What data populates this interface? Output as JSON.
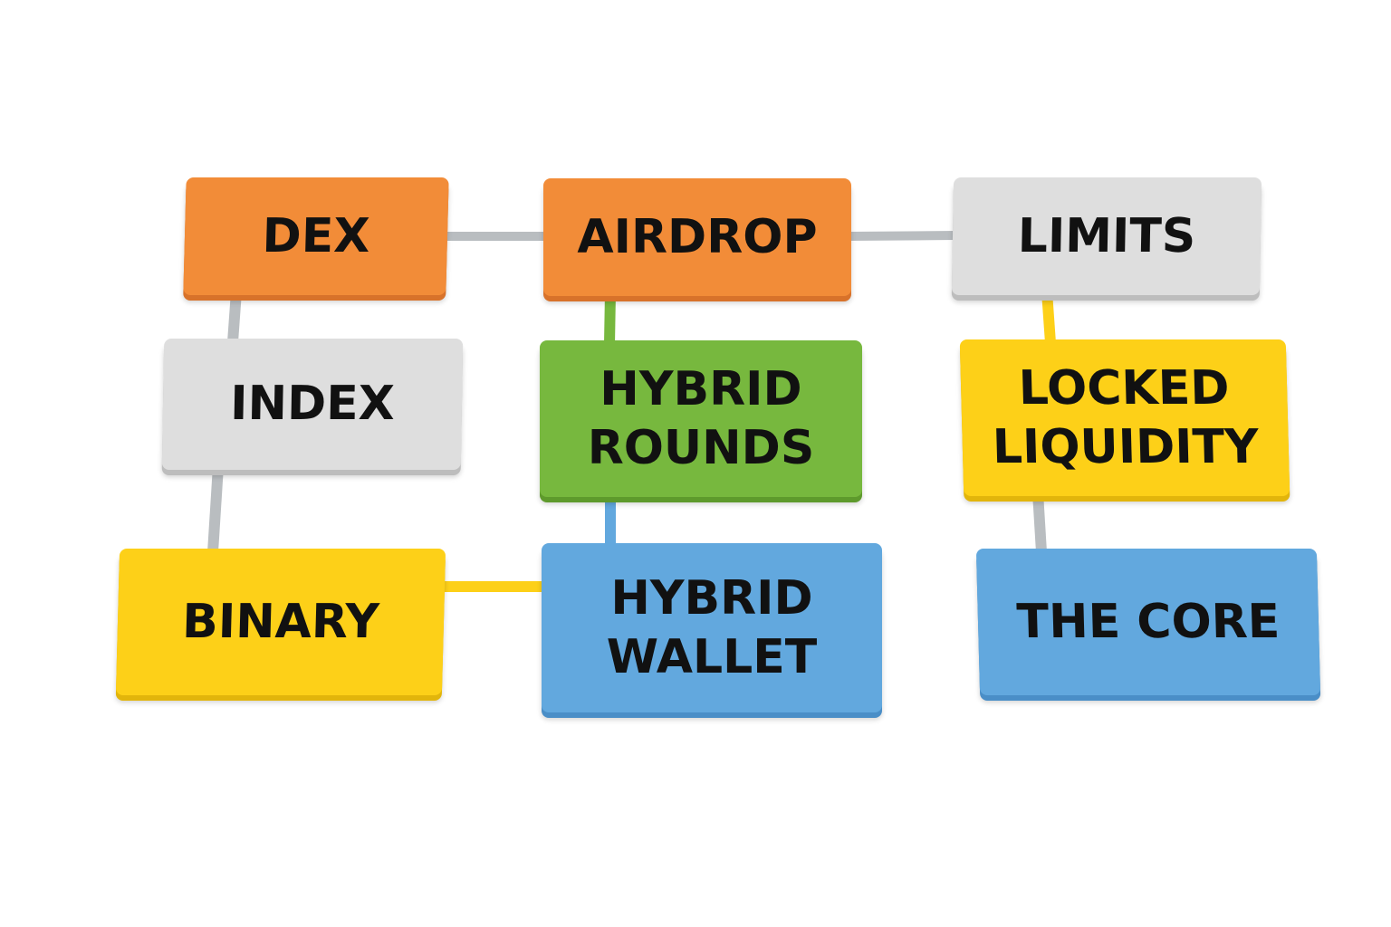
{
  "diagram": {
    "nodes": [
      {
        "id": "dex",
        "label": "DEX",
        "color": "#f28c38"
      },
      {
        "id": "airdrop",
        "label": "AIRDROP",
        "color": "#f28c38"
      },
      {
        "id": "limits",
        "label": "LIMITS",
        "color": "#dedede"
      },
      {
        "id": "index",
        "label": "INDEX",
        "color": "#dedede"
      },
      {
        "id": "hybrid_rounds",
        "label": "HYBRID\nROUNDS",
        "color": "#77b83e"
      },
      {
        "id": "locked_liquidity",
        "label": "LOCKED\nLIQUIDITY",
        "color": "#fdd018"
      },
      {
        "id": "binary",
        "label": "BINARY",
        "color": "#fdd018"
      },
      {
        "id": "hybrid_wallet",
        "label": "HYBRID\nWALLET",
        "color": "#62a8de"
      },
      {
        "id": "the_core",
        "label": "THE CORE",
        "color": "#62a8de"
      }
    ],
    "edges": [
      {
        "from": "dex",
        "to": "airdrop",
        "color": "#b9bdc0"
      },
      {
        "from": "airdrop",
        "to": "limits",
        "color": "#b9bdc0"
      },
      {
        "from": "dex",
        "to": "index",
        "color": "#b9bdc0"
      },
      {
        "from": "index",
        "to": "binary",
        "color": "#b9bdc0"
      },
      {
        "from": "airdrop",
        "to": "hybrid_rounds",
        "color": "#77b83e"
      },
      {
        "from": "hybrid_rounds",
        "to": "hybrid_wallet",
        "color": "#62a8de"
      },
      {
        "from": "binary",
        "to": "hybrid_wallet",
        "color": "#fdd018"
      },
      {
        "from": "limits",
        "to": "locked_liquidity",
        "color": "#fdd018"
      },
      {
        "from": "locked_liquidity",
        "to": "the_core",
        "color": "#b9bdc0"
      }
    ]
  }
}
